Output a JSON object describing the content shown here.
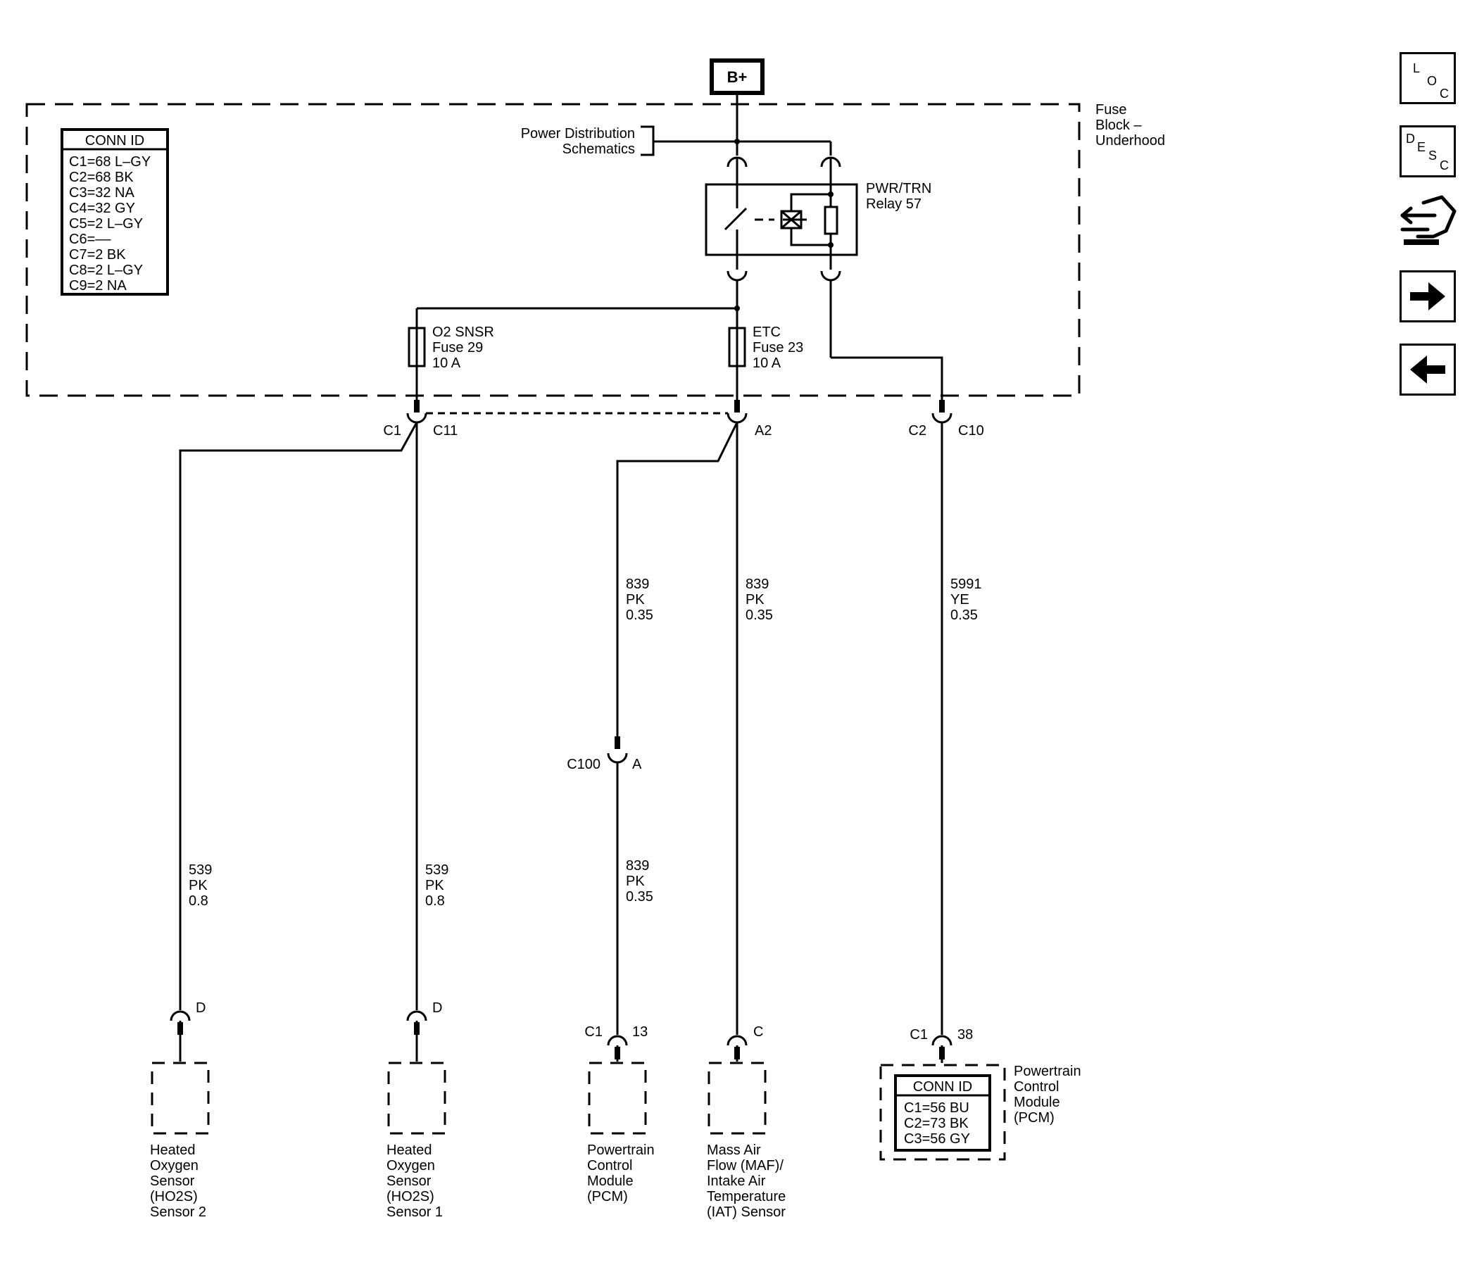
{
  "battery": "B+",
  "fuse_block": {
    "label_line1": "Fuse",
    "label_line2": "Block –",
    "label_line3": "Underhood"
  },
  "power_distribution": {
    "line1": "Power Distribution",
    "line2": "Schematics"
  },
  "relay": {
    "line1": "PWR/TRN",
    "line2": "Relay 57"
  },
  "fuse_conn_table": {
    "header": "CONN ID",
    "rows": [
      "C1=68 L–GY",
      "C2=68 BK",
      "C3=32 NA",
      "C4=32 GY",
      "C5=2 L–GY",
      "C6=––",
      "C7=2 BK",
      "C8=2 L–GY",
      "C9=2 NA"
    ]
  },
  "fuses": [
    {
      "line1": "O2 SNSR",
      "line2": "Fuse 29",
      "line3": "10 A"
    },
    {
      "line1": "ETC",
      "line2": "Fuse 23",
      "line3": "10 A"
    }
  ],
  "connector_labels": {
    "c1": "C1",
    "c11": "C11",
    "a2": "A2",
    "c2": "C2",
    "c10": "C10",
    "c100": "C100",
    "c100_pin": "A"
  },
  "wires": {
    "ho2s2": [
      "539",
      "PK",
      "0.8"
    ],
    "ho2s1": [
      "539",
      "PK",
      "0.8"
    ],
    "pcm_upper": [
      "839",
      "PK",
      "0.35"
    ],
    "pcm_lower": [
      "839",
      "PK",
      "0.35"
    ],
    "maf": [
      "839",
      "PK",
      "0.35"
    ],
    "pcm_right": [
      "5991",
      "YE",
      "0.35"
    ]
  },
  "components": {
    "ho2s2": {
      "pin": "D",
      "lines": [
        "Heated",
        "Oxygen",
        "Sensor",
        "(HO2S)",
        "Sensor 2"
      ]
    },
    "ho2s1": {
      "pin": "D",
      "lines": [
        "Heated",
        "Oxygen",
        "Sensor",
        "(HO2S)",
        "Sensor 1"
      ]
    },
    "pcm13": {
      "conn": "C1",
      "pin": "13",
      "lines": [
        "Powertrain",
        "Control",
        "Module",
        "(PCM)"
      ]
    },
    "maf": {
      "pin": "C",
      "lines": [
        "Mass Air",
        "Flow (MAF)/",
        "Intake Air",
        "Temperature",
        "(IAT) Sensor"
      ]
    },
    "pcm38": {
      "conn": "C1",
      "pin": "38",
      "lines": [
        "Powertrain",
        "Control",
        "Module",
        "(PCM)"
      ],
      "table_header": "CONN ID",
      "table_rows": [
        "C1=56 BU",
        "C2=73 BK",
        "C3=56 GY"
      ]
    }
  },
  "nav": {
    "loc": [
      "L",
      "O",
      "C"
    ],
    "desc": [
      "D",
      "E",
      "S",
      "C"
    ],
    "icons": [
      "loc-icon",
      "desc-icon",
      "connector-hand-icon",
      "arrow-right-icon",
      "arrow-left-icon"
    ]
  }
}
